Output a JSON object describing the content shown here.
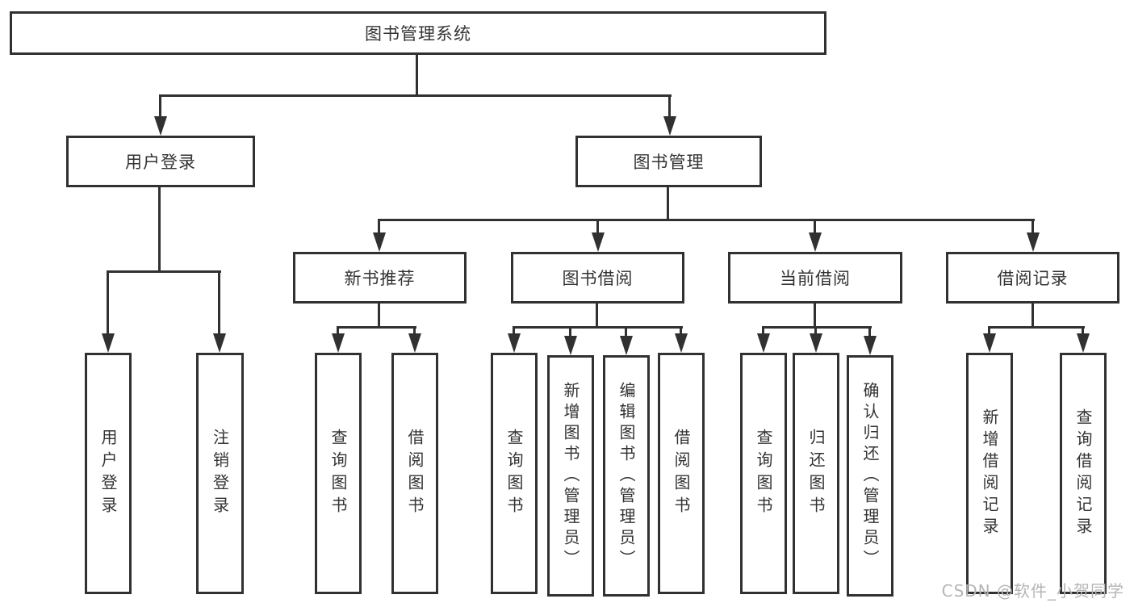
{
  "nodes": {
    "root": "图书管理系统",
    "user_login": "用户登录",
    "book_mgmt": "图书管理",
    "new_book_rec": "新书推荐",
    "book_borrow": "图书借阅",
    "current_borrow": "当前借阅",
    "borrow_records": "借阅记录",
    "leaf_user_login": "用户登录",
    "leaf_logout": "注销登录",
    "leaf_rec_query_books": "查询图书",
    "leaf_rec_borrow_books": "借阅图书",
    "leaf_bb_query_books": "查询图书",
    "leaf_bb_add_books": "新增图书（管理员）",
    "leaf_bb_edit_books": "编辑图书（管理员）",
    "leaf_bb_borrow_books": "借阅图书",
    "leaf_cb_query_books": "查询图书",
    "leaf_cb_return_books": "归还图书",
    "leaf_cb_confirm_return": "确认归还（管理员）",
    "leaf_br_add_record": "新增借阅记录",
    "leaf_br_query_record": "查询借阅记录"
  },
  "watermark": "CSDN @软件_小贺同学",
  "colors": {
    "line": "#313131",
    "text": "#333333",
    "box_background": "#ffffff",
    "watermark": "#b5b5b5"
  }
}
